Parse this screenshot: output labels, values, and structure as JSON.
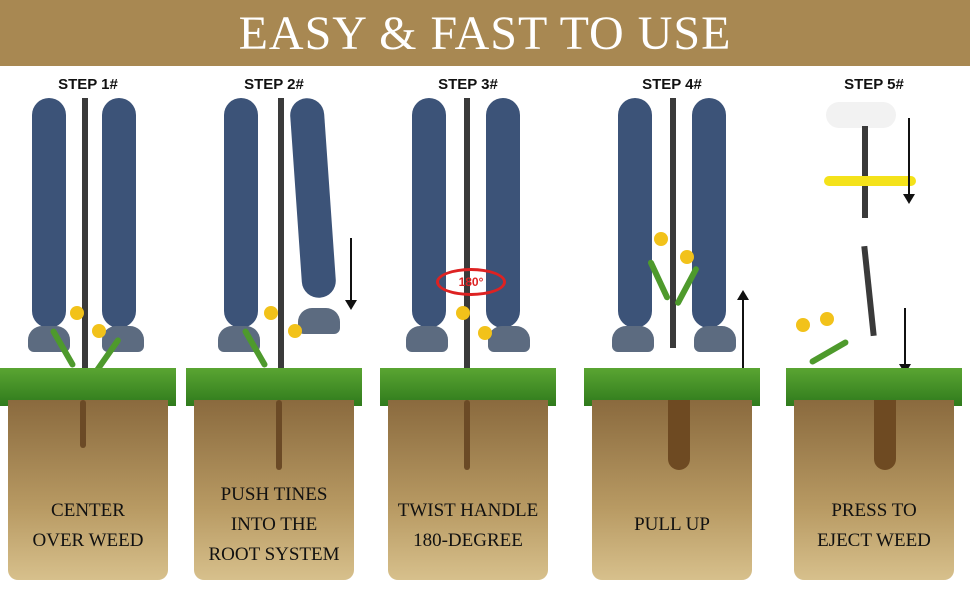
{
  "header": {
    "title": "EASY & FAST TO USE"
  },
  "steps": [
    {
      "label": "STEP 1#",
      "text_lines": [
        "CENTER",
        "OVER WEED"
      ]
    },
    {
      "label": "STEP 2#",
      "text_lines": [
        "PUSH TINES",
        "INTO THE",
        "ROOT SYSTEM"
      ]
    },
    {
      "label": "STEP 3#",
      "text_lines": [
        "TWIST HANDLE",
        "180-DEGREE"
      ],
      "badge": "180°"
    },
    {
      "label": "STEP 4#",
      "text_lines": [
        "PULL UP"
      ]
    },
    {
      "label": "STEP 5#",
      "text_lines": [
        "PRESS TO",
        "EJECT WEED"
      ]
    }
  ],
  "colors": {
    "banner": "#a88852",
    "soil": "#b89a63",
    "grass": "#4e9a2c",
    "arrow": "#d22222"
  }
}
